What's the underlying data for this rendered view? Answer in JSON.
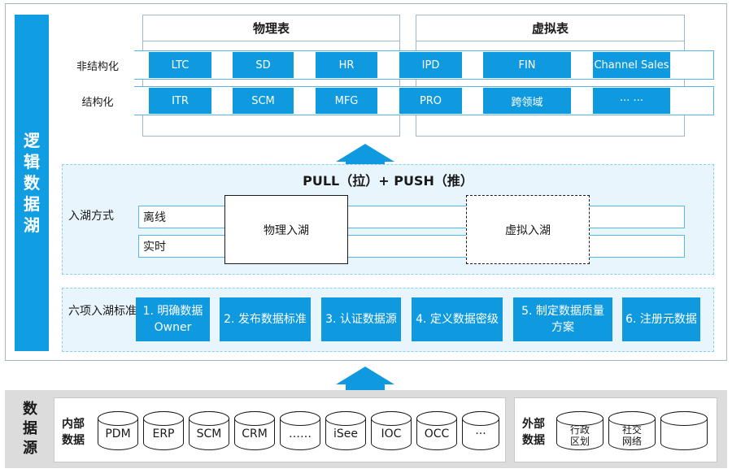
{
  "side_title": "逻辑数据湖",
  "tables": {
    "physical_title": "物理表",
    "virtual_title": "虚拟表",
    "unstructured_label": "非结构化",
    "structured_label": "结构化",
    "unstructured_items": [
      "LTC",
      "SD",
      "HR",
      "IPD",
      "FIN",
      "Channel Sales"
    ],
    "structured_items": [
      "ITR",
      "SCM",
      "MFG",
      "PRO",
      "跨领域",
      "··· ···"
    ]
  },
  "ingest": {
    "title": "PULL（拉）+ PUSH（推）",
    "label": "入湖方式",
    "offline": "离线",
    "realtime": "实时",
    "physical": "物理入湖",
    "virtual": "虚拟入湖"
  },
  "standards": {
    "label": "六项入湖标准",
    "items": [
      "1. 明确数据Owner",
      "2. 发布数据标准",
      "3. 认证数据源",
      "4. 定义数据密级",
      "5. 制定数据质量方案",
      "6. 注册元数据"
    ]
  },
  "sources": {
    "label": "数据源",
    "internal_label": "内部数据",
    "internal_items": [
      "PDM",
      "ERP",
      "SCM",
      "CRM",
      "……",
      "iSee",
      "IOC",
      "OCC",
      "···"
    ],
    "external_label": "外部数据",
    "external_items": [
      "行政区划",
      "社交网络",
      ""
    ]
  },
  "colors": {
    "accent": "#0f9ae0",
    "panel_bg": "#e9f5fc",
    "source_bg": "#dcdcdc"
  }
}
